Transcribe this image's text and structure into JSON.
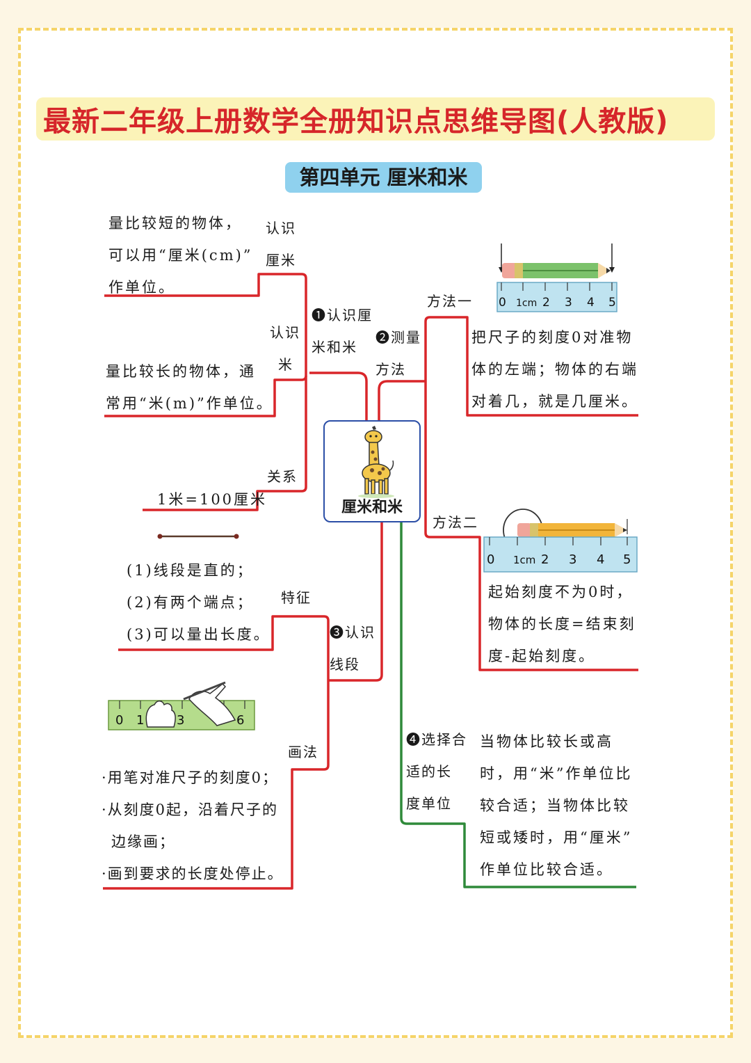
{
  "title": "最新二年级上册数学全册知识点思维导图(人教版)",
  "unit_title": "第四单元 厘米和米",
  "center_label": "厘米和米",
  "branch1": {
    "label_lines": [
      "❶认识厘",
      "米和米"
    ],
    "sub1": {
      "label_lines": [
        "认识",
        "厘米"
      ],
      "text_lines": [
        "量比较短的物体，",
        "可以用“厘米(cm)”",
        "作单位。"
      ]
    },
    "sub2": {
      "label_lines": [
        "认识",
        "米"
      ],
      "text_lines": [
        "量比较长的物体，通",
        "常用“米(m)”作单位。"
      ]
    },
    "sub3": {
      "label": "关系",
      "text": "1米=100厘米"
    }
  },
  "branch2": {
    "label_lines": [
      "❷测量",
      "方法"
    ],
    "method1": {
      "label": "方法一",
      "text_lines": [
        "把尺子的刻度0对准物",
        "体的左端；物体的右端",
        "对着几，就是几厘米。"
      ]
    },
    "method2": {
      "label": "方法二",
      "text_lines": [
        "起始刻度不为0时，",
        "物体的长度=结束刻",
        "度-起始刻度。"
      ]
    },
    "ruler_labels_1": [
      "0",
      "1cm",
      "2",
      "3",
      "4",
      "5"
    ],
    "ruler_labels_2": [
      "0",
      "1cm",
      "2",
      "3",
      "4",
      "5"
    ]
  },
  "branch3": {
    "label_lines": [
      "❸认识",
      "线段"
    ],
    "feature": {
      "label": "特征",
      "text_lines": [
        "(1)线段是直的；",
        "(2)有两个端点；",
        "(3)可以量出长度。"
      ]
    },
    "drawing": {
      "label": "画法",
      "text_lines": [
        "·用笔对准尺子的刻度0；",
        "·从刻度0起，沿着尺子的",
        "边缘画；",
        "·画到要求的长度处停止。"
      ]
    },
    "ruler_labels": [
      "0",
      "1",
      "3",
      "6"
    ]
  },
  "branch4": {
    "label_lines": [
      "❹选择合",
      "适的长",
      "度单位"
    ],
    "text_lines": [
      "当物体比较长或高",
      "时，用“米”作单位比",
      "较合适；当物体比较",
      "短或矮时，用“厘米”",
      "作单位比较合适。"
    ]
  },
  "colors": {
    "red": "#d9262a",
    "green": "#2f8a3a",
    "title": "#d6262a",
    "unit_bg": "#8fd1ee",
    "border": "#f5d468"
  }
}
